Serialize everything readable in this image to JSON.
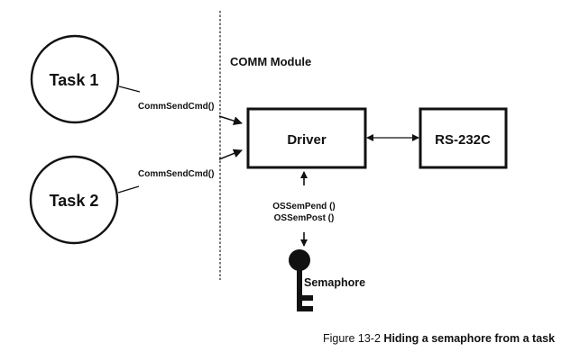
{
  "diagram": {
    "module_label": "COMM Module",
    "tasks": [
      {
        "label": "Task 1"
      },
      {
        "label": "Task 2"
      }
    ],
    "calls": [
      {
        "label": "CommSendCmd()"
      },
      {
        "label": "CommSendCmd()"
      }
    ],
    "driver": {
      "label": "Driver"
    },
    "device": {
      "label": "RS-232C"
    },
    "sem_calls": {
      "pend": "OSSemPend ()",
      "post": "OSSemPost ()"
    },
    "semaphore": {
      "label": "Semaphore",
      "icon": "key-icon"
    }
  },
  "caption": {
    "number": "Figure 13-2",
    "title": "Hiding a semaphore from a task"
  },
  "colors": {
    "ink": "#111111",
    "background": "#ffffff"
  }
}
